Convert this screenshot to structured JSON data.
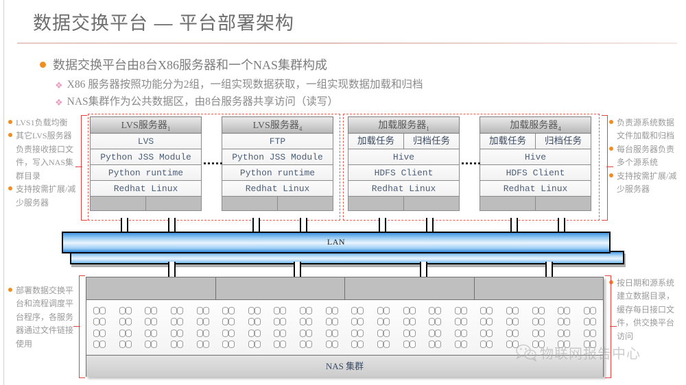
{
  "slide": {
    "title": "数据交换平台 — 平台部署架构"
  },
  "bullets": {
    "level1": "数据交换平台由8台X86服务器和一个NAS集群构成",
    "level2": [
      "X86 服务器按照功能分为2组，一组实现数据获取，一组实现数据加载和归档",
      "NAS集群作为公共数据区，由8台服务器共享访问（读写）"
    ]
  },
  "annotations": {
    "left_top": [
      "LVS1负载均衡",
      "其它LVS服务器负责接收接口文件，写入NAS集群目录",
      "支持按需扩展/减少服务器"
    ],
    "left_bottom": [
      "部署数据交换平台和流程调度平台程序，各服务器通过文件链接使用"
    ],
    "right_top": [
      "负责源系统数据文件加载和归档",
      "每台服务器负责多个源系统",
      "支持按需扩展/减少服务器"
    ],
    "right_bottom": [
      "按日期和源系统建立数据目录，缓存每日接口文件，供交换平台访问"
    ]
  },
  "servers": [
    {
      "name": "lvs-server-1",
      "caption": "LVS服务器",
      "caption_sub": "1",
      "layers": [
        {
          "type": "single",
          "text": "LVS",
          "cn": false
        },
        {
          "type": "single",
          "text": "Python JSS Module",
          "cn": false
        },
        {
          "type": "single",
          "text": "Python runtime",
          "cn": false
        },
        {
          "type": "single",
          "text": "Redhat Linux",
          "cn": false
        }
      ]
    },
    {
      "name": "lvs-server-4",
      "caption": "LVS服务器",
      "caption_sub": "4",
      "layers": [
        {
          "type": "single",
          "text": "FTP",
          "cn": false
        },
        {
          "type": "single",
          "text": "Python JSS Module",
          "cn": false
        },
        {
          "type": "single",
          "text": "Python runtime",
          "cn": false
        },
        {
          "type": "single",
          "text": "Redhat Linux",
          "cn": false
        }
      ]
    },
    {
      "name": "load-server-1",
      "caption": "加载服务器",
      "caption_sub": "1",
      "layers": [
        {
          "type": "split",
          "left": "加载任务",
          "right": "归档任务"
        },
        {
          "type": "single",
          "text": "Hive",
          "cn": false
        },
        {
          "type": "single",
          "text": "HDFS Client",
          "cn": false
        },
        {
          "type": "single",
          "text": "Redhat Linux",
          "cn": false
        }
      ]
    },
    {
      "name": "load-server-4",
      "caption": "加载服务器",
      "caption_sub": "4",
      "layers": [
        {
          "type": "split",
          "left": "加载任务",
          "right": "归档任务"
        },
        {
          "type": "single",
          "text": "Hive",
          "cn": false
        },
        {
          "type": "single",
          "text": "HDFS Client",
          "cn": false
        },
        {
          "type": "single",
          "text": "Redhat Linux",
          "cn": false
        }
      ]
    }
  ],
  "network": {
    "lan_label": "LAN"
  },
  "nas": {
    "label": "NAS 集群",
    "columns": 20,
    "rows": 4,
    "head_segments": 4
  },
  "watermark": {
    "text": "物联网报告中心",
    "icon": "wechat-icon"
  },
  "colors": {
    "accent_orange": "#ef8f22",
    "bracket_red": "#e8413c",
    "dashed_red": "#f0584f",
    "title_gray": "#6e6e6e",
    "lan_blue": "#3c92df"
  }
}
